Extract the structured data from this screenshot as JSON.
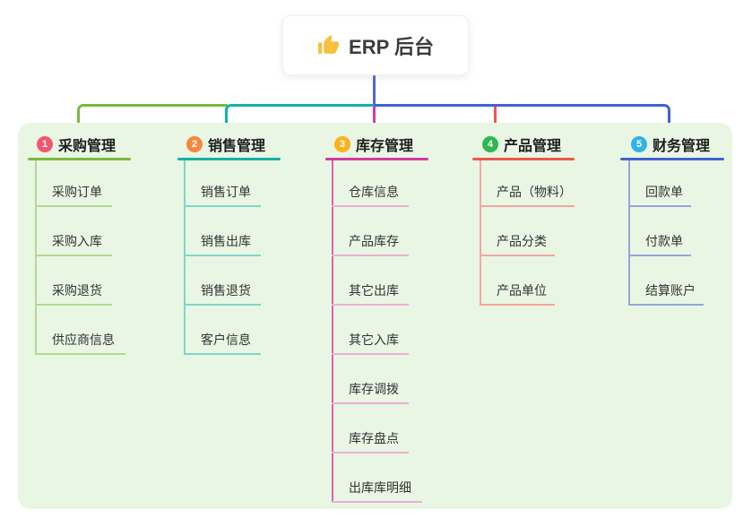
{
  "root": {
    "label": "ERP 后台",
    "icon": "thumbs-up-icon",
    "icon_color": "#f7c03c",
    "connector_color": "#5766c5"
  },
  "panel": {
    "background": "#e9f6e4"
  },
  "branches": [
    {
      "index": "1",
      "title": "采购管理",
      "badge_color": "#f3566e",
      "line_color": "#7cb93f",
      "trunk_color": "#b3da90",
      "light_color": "#b3da90",
      "children": [
        "采购订单",
        "采购入库",
        "采购退货",
        "供应商信息"
      ]
    },
    {
      "index": "2",
      "title": "销售管理",
      "badge_color": "#f7873f",
      "line_color": "#12b2a7",
      "trunk_color": "#7fd5cb",
      "light_color": "#7fd5cb",
      "children": [
        "销售订单",
        "销售出库",
        "销售退货",
        "客户信息"
      ]
    },
    {
      "index": "3",
      "title": "库存管理",
      "badge_color": "#f8b31e",
      "line_color": "#d33b9e",
      "trunk_color": "#dc62af",
      "light_color": "#edaed4",
      "children": [
        "仓库信息",
        "产品库存",
        "其它出库",
        "其它入库",
        "库存调拨",
        "库存盘点",
        "出库库明细"
      ]
    },
    {
      "index": "4",
      "title": "产品管理",
      "badge_color": "#2eb750",
      "line_color": "#f15749",
      "trunk_color": "#f5a5a0",
      "light_color": "#f5a5a0",
      "children": [
        "产品（物料）",
        "产品分类",
        "产品单位"
      ]
    },
    {
      "index": "5",
      "title": "财务管理",
      "badge_color": "#2fb3e8",
      "line_color": "#4063d4",
      "trunk_color": "#93a6dc",
      "light_color": "#93a6dc",
      "children": [
        "回款单",
        "付款单",
        "结算账户"
      ]
    }
  ]
}
